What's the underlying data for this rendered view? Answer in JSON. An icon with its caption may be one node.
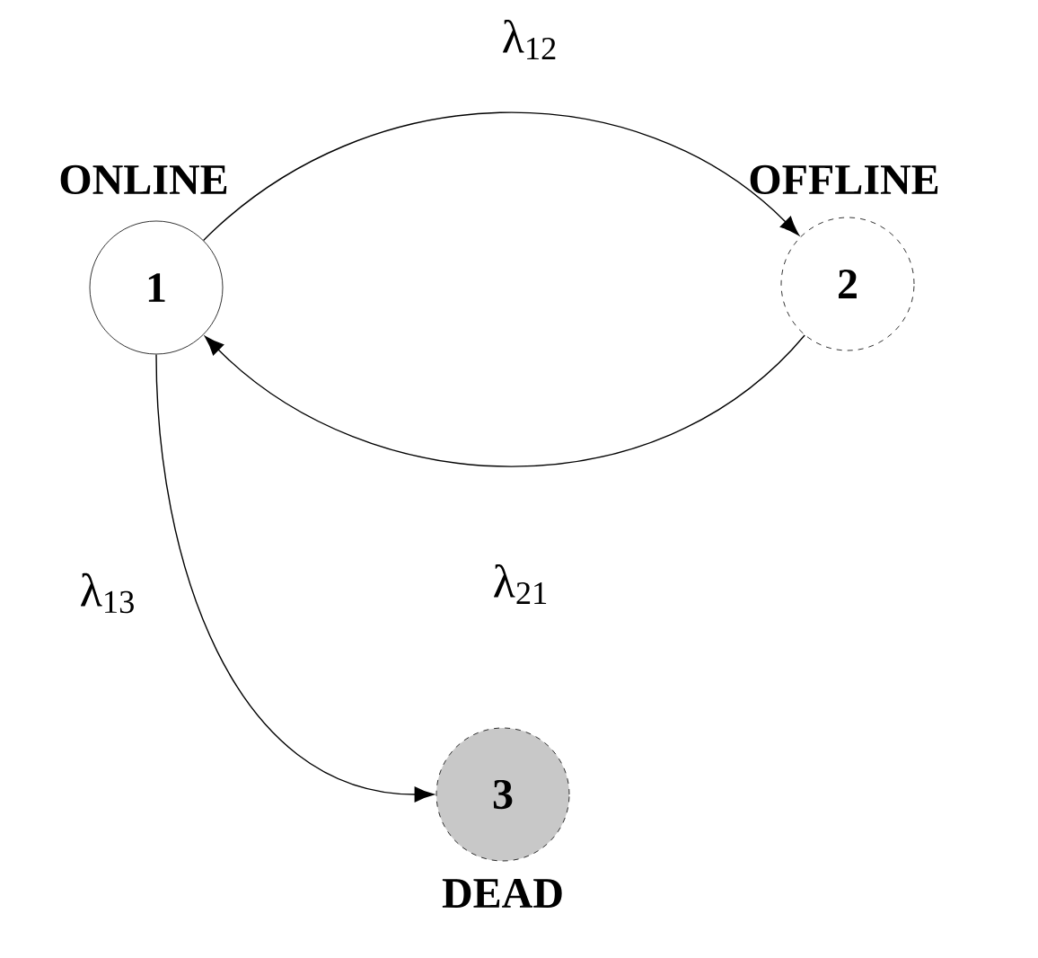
{
  "diagram": {
    "nodes": [
      {
        "text": [
          "1"
        ],
        "beside": [
          "ONLINE"
        ]
      },
      {
        "text": [
          "2"
        ],
        "beside": [
          "OFFLINE"
        ]
      },
      {
        "text": [
          "3"
        ],
        "beside": [
          "DEAD"
        ]
      }
    ],
    "edges": [
      {
        "from": 0,
        "to": 1,
        "arrow": "to",
        "label": "λ$_{12}$"
      },
      {
        "from": 1,
        "to": 0,
        "arrow": "to",
        "label": "λ$_{21}$"
      },
      {
        "from": 0,
        "to": 2,
        "arrow": "to",
        "label": "λ$_{13}$"
      }
    ]
  }
}
